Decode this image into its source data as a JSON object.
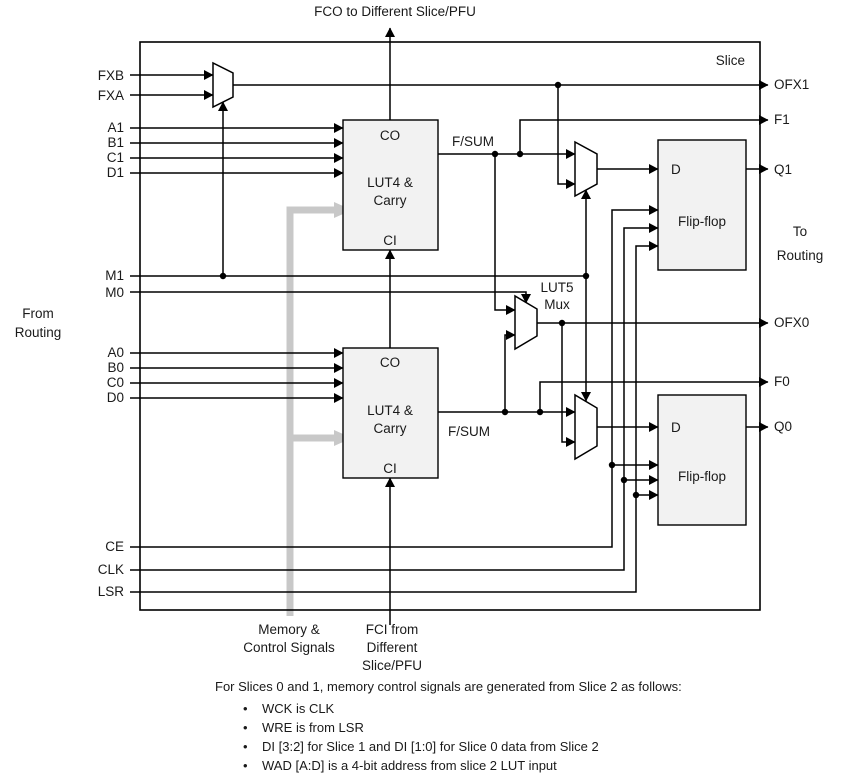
{
  "slice_label": "Slice",
  "top_arrow_label": "FCO to Different Slice/PFU",
  "left": {
    "from_routing": [
      "From",
      "Routing"
    ],
    "signals": {
      "fxb": "FXB",
      "fxa": "FXA",
      "a1": "A1",
      "b1": "B1",
      "c1": "C1",
      "d1": "D1",
      "m1": "M1",
      "m0": "M0",
      "a0": "A0",
      "b0": "B0",
      "c0": "C0",
      "d0": "D0",
      "ce": "CE",
      "clk": "CLK",
      "lsr": "LSR"
    }
  },
  "right": {
    "to_routing": [
      "To",
      "Routing"
    ],
    "signals": {
      "ofx1": "OFX1",
      "f1": "F1",
      "q1": "Q1",
      "ofx0": "OFX0",
      "f0": "F0",
      "q0": "Q0"
    }
  },
  "blocks": {
    "lut_top": {
      "co": "CO",
      "ci": "CI",
      "name_line1": "LUT4 &",
      "name_line2": "Carry",
      "fsum": "F/SUM"
    },
    "lut_bottom": {
      "co": "CO",
      "ci": "CI",
      "name_line1": "LUT4 &",
      "name_line2": "Carry",
      "fsum": "F/SUM"
    },
    "ff_top": {
      "d": "D",
      "name": "Flip-flop"
    },
    "ff_bottom": {
      "d": "D",
      "name": "Flip-flop"
    },
    "lut5_mux": [
      "LUT5",
      "Mux"
    ]
  },
  "bottom": {
    "memory_label": [
      "Memory &",
      "Control Signals"
    ],
    "fci_label": [
      "FCI from",
      "Different",
      "Slice/PFU"
    ]
  },
  "notes": {
    "intro": "For Slices 0 and 1, memory control signals are generated from Slice 2 as follows:",
    "bullet_glyph": "•",
    "bullets": [
      "WCK is CLK",
      "WRE is from LSR",
      "DI [3:2] for Slice 1 and DI [1:0] for Slice 0 data from Slice 2",
      "WAD [A:D] is a 4-bit address from slice 2 LUT input"
    ]
  },
  "colors": {
    "block_fill": "#f2f2f2",
    "wire": "#000000",
    "gray_signal": "#c8c8c8",
    "text": "#1a1a1a"
  }
}
